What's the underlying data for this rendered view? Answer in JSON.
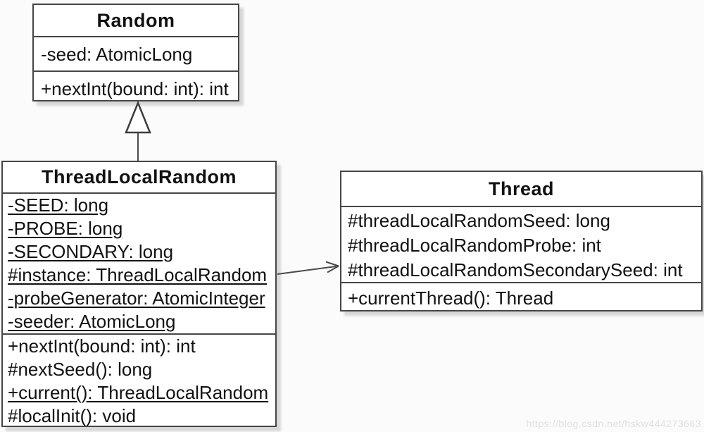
{
  "classes": [
    {
      "name": "Random",
      "attributes": [
        {
          "text": "-seed: AtomicLong",
          "static": false
        }
      ],
      "methods": [
        {
          "text": "+nextInt(bound: int): int",
          "static": false
        }
      ]
    },
    {
      "name": "ThreadLocalRandom",
      "attributes": [
        {
          "text": "-SEED: long",
          "static": true
        },
        {
          "text": "-PROBE: long",
          "static": true
        },
        {
          "text": "-SECONDARY: long",
          "static": true
        },
        {
          "text": "#instance: ThreadLocalRandom",
          "static": true
        },
        {
          "text": "-probeGenerator: AtomicInteger",
          "static": true
        },
        {
          "text": "-seeder: AtomicLong",
          "static": true
        }
      ],
      "methods": [
        {
          "text": "+nextInt(bound: int): int",
          "static": false
        },
        {
          "text": "#nextSeed(): long",
          "static": false
        },
        {
          "text": "+current(): ThreadLocalRandom",
          "static": true
        },
        {
          "text": "#localInit(): void",
          "static": false
        }
      ]
    },
    {
      "name": "Thread",
      "attributes": [
        {
          "text": "#threadLocalRandomSeed: long",
          "static": false
        },
        {
          "text": "#threadLocalRandomProbe: int",
          "static": false
        },
        {
          "text": "#threadLocalRandomSecondarySeed: int",
          "static": false
        }
      ],
      "methods": [
        {
          "text": "+currentThread(): Thread",
          "static": false
        }
      ]
    }
  ],
  "relationships": [
    {
      "type": "generalization",
      "from": "ThreadLocalRandom",
      "to": "Random"
    },
    {
      "type": "association",
      "from": "ThreadLocalRandom",
      "to": "Thread"
    }
  ],
  "watermark": {
    "text": "https://blog.csdn.net/hskw444273663"
  },
  "colors": {
    "border": "#464646",
    "fill": "#ffffff",
    "background": "#fbfbfb",
    "text": "#111111",
    "shadow": "#c8c8c8",
    "watermark": "#e0e0e0"
  }
}
